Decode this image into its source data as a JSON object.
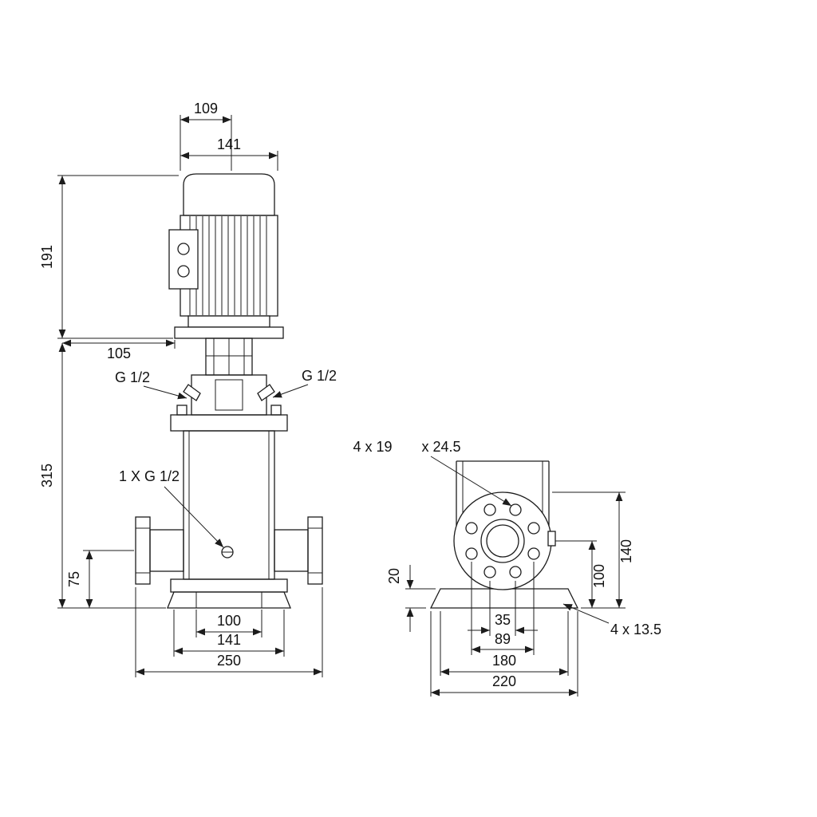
{
  "front": {
    "dim_top_width": "109",
    "dim_motor_width": "141",
    "dim_motor_height": "191",
    "dim_offset": "105",
    "dim_pump_height": "315",
    "dim_port_height": "75",
    "port_left": "G 1/2",
    "port_right": "G 1/2",
    "drain": "1 X G 1/2",
    "dim_inner_base": "100",
    "dim_base": "141",
    "dim_overall_width": "250"
  },
  "side": {
    "flange_holes": "4 x 19",
    "flange_counterbore": "x 24.5",
    "dim_foot_height": "20",
    "dim_port_center_height": "100",
    "dim_flange_top_height": "140",
    "dim_hole_pair_near": "35",
    "dim_hole_pair_far": "89",
    "dim_base_length": "180",
    "dim_overall_length": "220",
    "base_holes": "4 x 13.5"
  }
}
